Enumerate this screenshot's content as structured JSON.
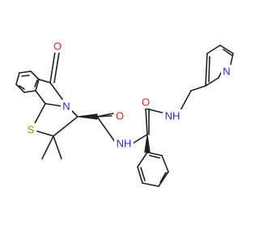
{
  "diagram": {
    "type": "chemical-structure",
    "colors": {
      "bond": "#202020",
      "carbon": "#202020",
      "oxygen": "#e8251f",
      "nitrogen": "#2a2ad2",
      "sulfur": "#a08a00"
    },
    "atom_labels": {
      "o_lactam": "O",
      "n_ring": "N",
      "s_ring": "S",
      "o_amide1": "O",
      "nh_amide1": "NH",
      "o_amide2": "O",
      "nh_amide2": "NH",
      "n_pyridine": "N"
    }
  }
}
